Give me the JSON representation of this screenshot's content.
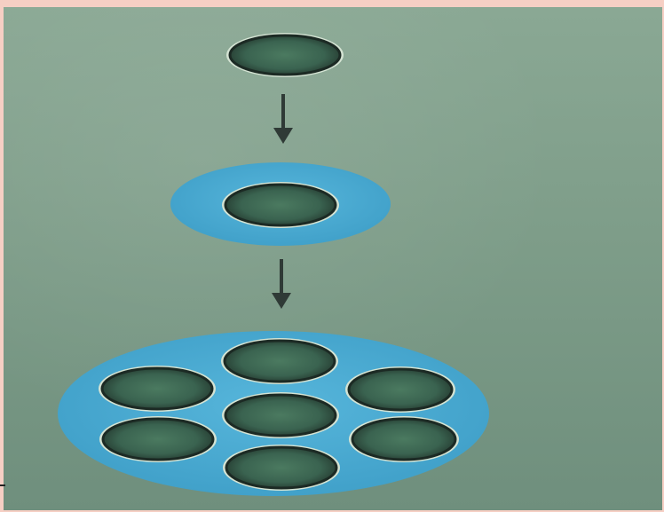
{
  "diagram": {
    "stages": [
      {
        "id": "single-cell",
        "cells": 1,
        "has_capsule": false
      },
      {
        "id": "encapsulated-cell",
        "cells": 1,
        "has_capsule": true
      },
      {
        "id": "colony",
        "cells": 7,
        "has_capsule": true
      }
    ],
    "colors": {
      "capsule": "#4aaad0",
      "cell_fill": "#3f6a52",
      "cell_outline": "#1f2e28",
      "cell_halo": "#d9e6d8",
      "arrow": "#2f3a36"
    }
  }
}
